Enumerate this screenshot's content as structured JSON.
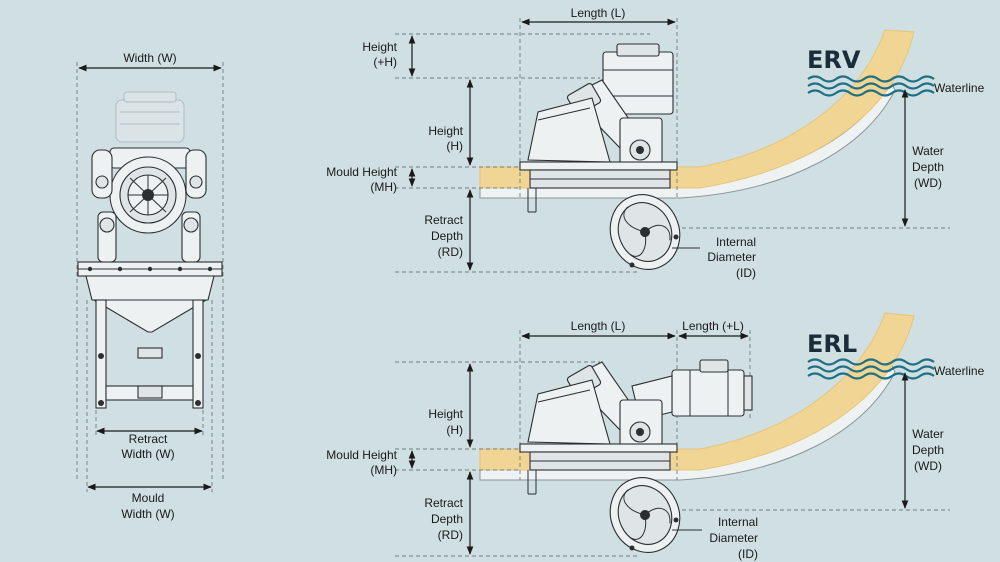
{
  "front_view": {
    "width_label": "Width (W)",
    "retract_width_line1": "Retract",
    "retract_width_line2": "Width (W)",
    "mould_width_line1": "Mould",
    "mould_width_line2": "Width (W)"
  },
  "erv": {
    "title": "ERV",
    "length_label": "Length (L)",
    "height_plus_line1": "Height",
    "height_plus_line2": "(+H)",
    "height_line1": "Height",
    "height_line2": "(H)",
    "mould_height_line1": "Mould Height",
    "mould_height_line2": "(MH)",
    "retract_line1": "Retract",
    "retract_line2": "Depth",
    "retract_line3": "(RD)",
    "internal_line1": "Internal",
    "internal_line2": "Diameter",
    "internal_line3": "(ID)",
    "waterline": "Waterline",
    "water_line1": "Water",
    "water_line2": "Depth",
    "water_line3": "(WD)"
  },
  "erl": {
    "title": "ERL",
    "length_label": "Length (L)",
    "length_plus_label": "Length (+L)",
    "height_line1": "Height",
    "height_line2": "(H)",
    "mould_height_line1": "Mould Height",
    "mould_height_line2": "(MH)",
    "retract_line1": "Retract",
    "retract_line2": "Depth",
    "retract_line3": "(RD)",
    "internal_line1": "Internal",
    "internal_line2": "Diameter",
    "internal_line3": "(ID)",
    "waterline": "Waterline",
    "water_line1": "Water",
    "water_line2": "Depth",
    "water_line3": "(WD)"
  },
  "colors": {
    "background": "#cfdfe2",
    "hull": "#f1d594",
    "water": "#1f6f84"
  }
}
